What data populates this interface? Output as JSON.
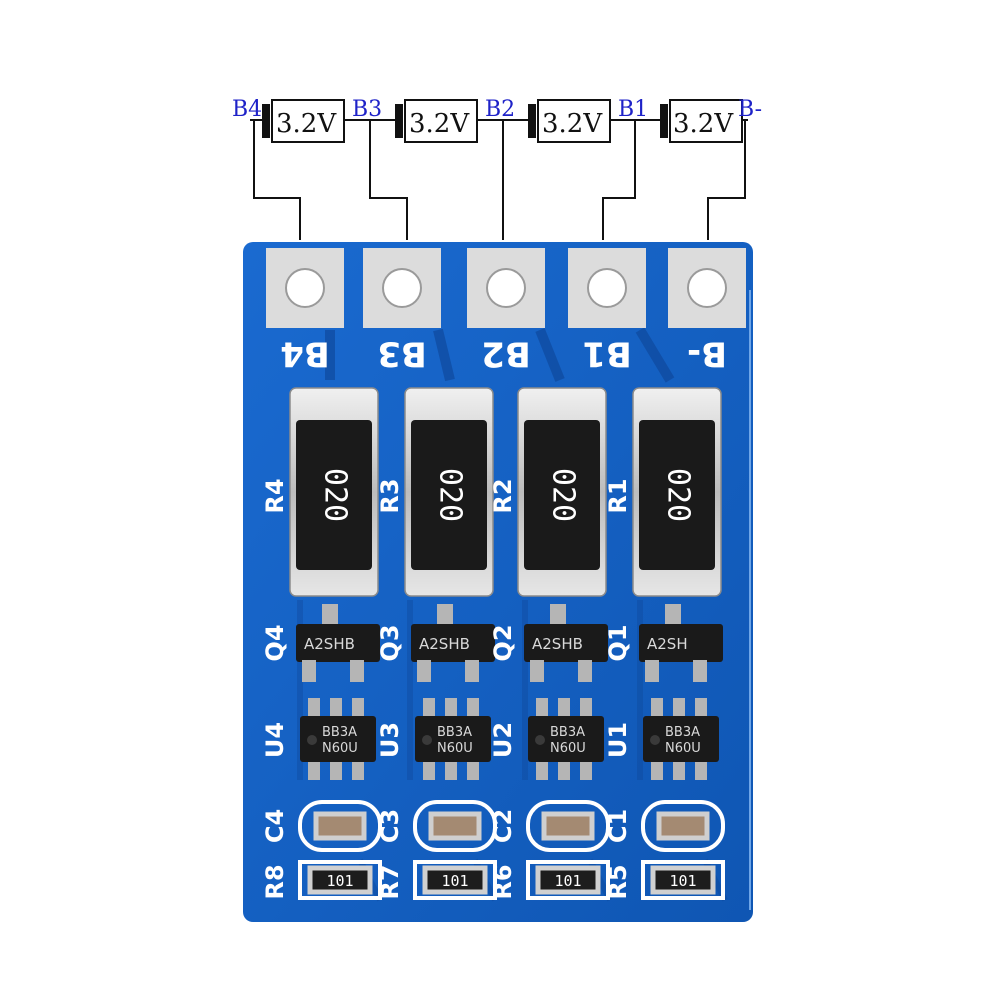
{
  "diagram": {
    "terminals": [
      "B4",
      "B3",
      "B2",
      "B1",
      "B-"
    ],
    "cell_label": "3.2V",
    "cell_count": 4
  },
  "board": {
    "pad_labels": [
      "B4",
      "B3",
      "B2",
      "B1",
      "B-"
    ],
    "columns": [
      {
        "shunt_ref": "R4",
        "shunt_code": "020",
        "mosfet_ref": "Q4",
        "mosfet_mark": "A2SHB",
        "ic_ref": "U4",
        "ic_mark_1": "BB3A",
        "ic_mark_2": "N60U",
        "cap_ref": "C4",
        "res_ref": "R8",
        "res_code": "101"
      },
      {
        "shunt_ref": "R3",
        "shunt_code": "020",
        "mosfet_ref": "Q3",
        "mosfet_mark": "A2SHB",
        "ic_ref": "U3",
        "ic_mark_1": "BB3A",
        "ic_mark_2": "N60U",
        "cap_ref": "C3",
        "res_ref": "R7",
        "res_code": "101"
      },
      {
        "shunt_ref": "R2",
        "shunt_code": "020",
        "mosfet_ref": "Q2",
        "mosfet_mark": "A2SHB",
        "ic_ref": "U2",
        "ic_mark_1": "BB3A",
        "ic_mark_2": "N60U",
        "cap_ref": "C2",
        "res_ref": "R6",
        "res_code": "101"
      },
      {
        "shunt_ref": "R1",
        "shunt_code": "020",
        "mosfet_ref": "Q1",
        "mosfet_mark": "A2SH",
        "ic_ref": "U1",
        "ic_mark_1": "BB3A",
        "ic_mark_2": "N60U",
        "cap_ref": "C1",
        "res_ref": "R5",
        "res_code": "101"
      }
    ]
  },
  "colors": {
    "pcb": "#1461c4",
    "pcb_trace": "#0d4596",
    "pad": "#dcdcdc",
    "wire": "#111111",
    "terminal_text": "#1e22c8",
    "silkscreen": "#ffffff",
    "component_black": "#1a1a1a"
  }
}
